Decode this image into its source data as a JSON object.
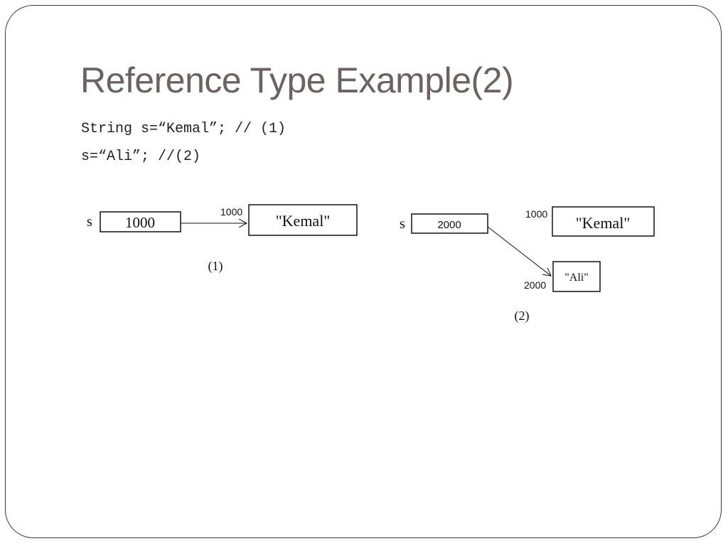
{
  "slide": {
    "title": "Reference Type Example(2)",
    "code_lines": [
      "String s=“Kemal”; // (1)",
      "s=“Ali”; //(2)"
    ]
  },
  "diagram_1": {
    "variable_name": "s",
    "variable_value": "1000",
    "object_address": "1000",
    "object_value": "\"Kemal\"",
    "caption": "(1)"
  },
  "diagram_2": {
    "variable_name": "s",
    "variable_value": "2000",
    "object_1_address": "1000",
    "object_1_value": "\"Kemal\"",
    "object_2_address": "2000",
    "object_2_value": "\"Ali\"",
    "caption": "(2)"
  }
}
